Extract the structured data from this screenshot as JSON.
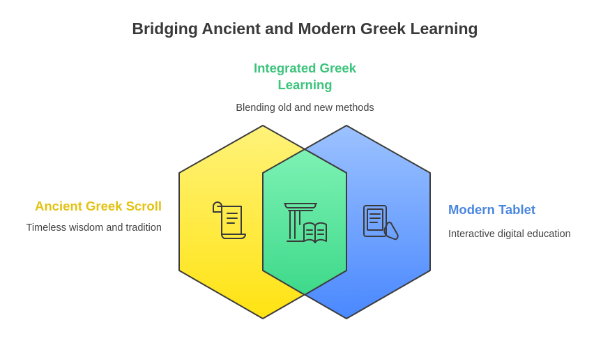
{
  "title": "Bridging Ancient and Modern Greek Learning",
  "center": {
    "heading": "Integrated Greek Learning",
    "description": "Blending old and new methods",
    "icon": "column-book-icon",
    "color": "#3cc47c"
  },
  "left": {
    "heading": "Ancient Greek Scroll",
    "description": "Timeless wisdom and tradition",
    "icon": "scroll-icon",
    "color": "#e3c212"
  },
  "right": {
    "heading": "Modern Tablet",
    "description": "Interactive digital education",
    "icon": "tablet-icon",
    "color": "#4a86e0"
  }
}
